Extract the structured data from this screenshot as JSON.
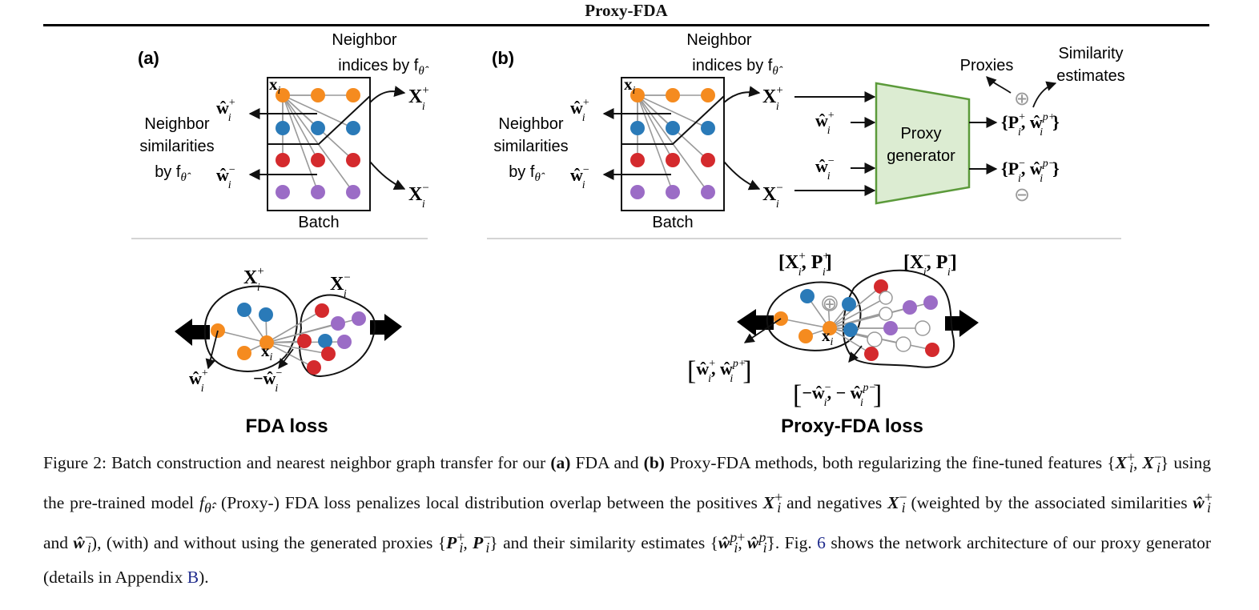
{
  "header": {
    "title": "Proxy-FDA"
  },
  "figure": {
    "panel_a": {
      "label": "(a)",
      "neighbor_indices_line1": "Neighbor",
      "neighbor_indices_line2": "indices by f",
      "neighbor_sim_line1": "Neighbor",
      "neighbor_sim_line2": "similarities",
      "neighbor_sim_line3": "by f",
      "theta_hat": "θ̂",
      "batch_label": "Batch",
      "x_i": "x",
      "sub_i": "i",
      "X_pos": "X",
      "X_neg": "X",
      "w_pos": "ŵ",
      "w_neg": "ŵ",
      "sup_plus": "+",
      "sup_minus": "−"
    },
    "panel_b": {
      "label": "(b)",
      "neighbor_indices_line1": "Neighbor",
      "neighbor_indices_line2": "indices by f",
      "neighbor_sim_line1": "Neighbor",
      "neighbor_sim_line2": "similarities",
      "neighbor_sim_line3": "by f",
      "batch_label": "Batch",
      "proxies_label": "Proxies",
      "similarity_line1": "Similarity",
      "similarity_line2": "estimates",
      "generator_line1": "Proxy",
      "generator_line2": "generator",
      "out_pos": "{P, ŵ}",
      "out_neg": "{P, ŵ}",
      "oplus": "⊕",
      "ominus": "⊖"
    },
    "fda_loss": {
      "title": "FDA loss",
      "neg_w": "−ŵ"
    },
    "proxy_fda_loss": {
      "title": "Proxy-FDA loss",
      "set_pos": "[X, P]",
      "set_neg": "[X, P]",
      "w_pos_pair": "ŵ, ŵ",
      "w_neg_pair": "−ŵ, − ŵ",
      "sup_p_plus": "p+",
      "sup_p_minus": "p−"
    },
    "colors": {
      "orange": "#f58b1f",
      "blue": "#2a7ab8",
      "red": "#d42a2d",
      "purple": "#9b6cc6",
      "generator_fill": "#dcecd2",
      "generator_stroke": "#5b9a3a",
      "gray_line": "#9a9a9a"
    }
  },
  "caption": {
    "figure_label": "Figure 2:",
    "s1": "Batch construction and nearest neighbor graph transfer for our",
    "a_bold": "(a)",
    "s2": "FDA and",
    "b_bold": "(b)",
    "s3": "Proxy-FDA methods, both regularizing the fine-tuned features",
    "s4": "using the pre-trained model",
    "s5": ". (Proxy-) FDA loss penalizes local distribution overlap between the positives",
    "s6": "and negatives",
    "s7": "(weighted by the associated similarities",
    "s8": "and",
    "s9": "), (with) and without using the generated proxies",
    "s10": "and their similarity estimates",
    "s11": ". Fig.",
    "fig_ref": "6",
    "s12": "shows the network architecture of our proxy generator (details in Appendix",
    "app_ref": "B",
    "s13": ")."
  }
}
